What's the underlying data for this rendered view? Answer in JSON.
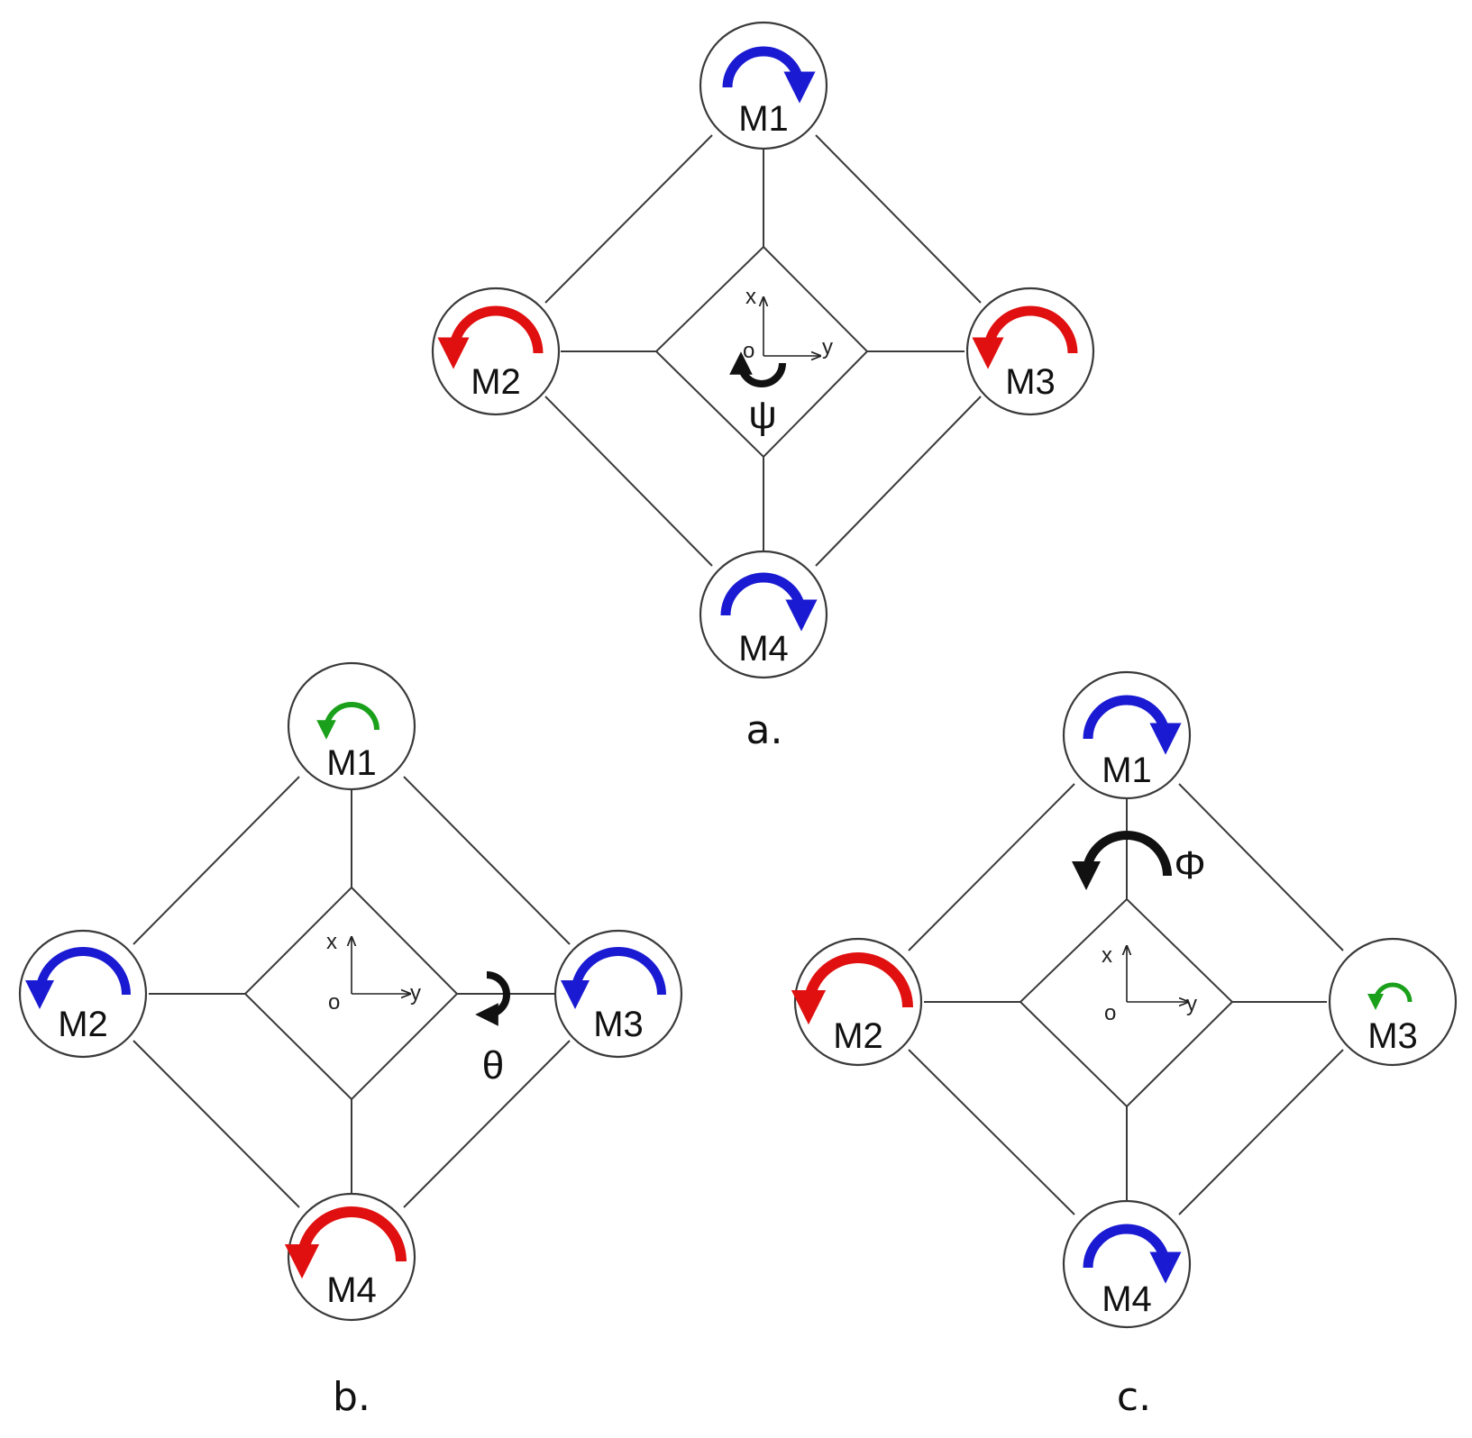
{
  "colors": {
    "blue": "#1a1ad2",
    "red": "#e01010",
    "green": "#1aa01a",
    "black": "#111111",
    "line": "#3a3a3a"
  },
  "panels": [
    {
      "id": "a",
      "label": "a.",
      "motors": [
        {
          "label": "M1",
          "arrow_color": "blue",
          "arrow_size": "large",
          "arrow_direction": "clockwise"
        },
        {
          "label": "M2",
          "arrow_color": "red",
          "arrow_size": "large",
          "arrow_direction": "counterclockwise"
        },
        {
          "label": "M3",
          "arrow_color": "red",
          "arrow_size": "large",
          "arrow_direction": "counterclockwise"
        },
        {
          "label": "M4",
          "arrow_color": "blue",
          "arrow_size": "large",
          "arrow_direction": "clockwise"
        }
      ],
      "axes": {
        "x": "x",
        "y": "y",
        "origin": "o"
      },
      "rotation": {
        "symbol": "ψ",
        "axis": "yaw"
      }
    },
    {
      "id": "b",
      "label": "b.",
      "motors": [
        {
          "label": "M1",
          "arrow_color": "green",
          "arrow_size": "small",
          "arrow_direction": "counterclockwise"
        },
        {
          "label": "M2",
          "arrow_color": "blue",
          "arrow_size": "large",
          "arrow_direction": "counterclockwise"
        },
        {
          "label": "M3",
          "arrow_color": "blue",
          "arrow_size": "large",
          "arrow_direction": "counterclockwise"
        },
        {
          "label": "M4",
          "arrow_color": "red",
          "arrow_size": "large",
          "arrow_direction": "counterclockwise"
        }
      ],
      "axes": {
        "x": "x",
        "y": "y",
        "origin": "o"
      },
      "rotation": {
        "symbol": "θ",
        "axis": "pitch"
      }
    },
    {
      "id": "c",
      "label": "c.",
      "motors": [
        {
          "label": "M1",
          "arrow_color": "blue",
          "arrow_size": "large",
          "arrow_direction": "clockwise"
        },
        {
          "label": "M2",
          "arrow_color": "red",
          "arrow_size": "large",
          "arrow_direction": "counterclockwise"
        },
        {
          "label": "M3",
          "arrow_color": "green",
          "arrow_size": "small",
          "arrow_direction": "counterclockwise"
        },
        {
          "label": "M4",
          "arrow_color": "blue",
          "arrow_size": "large",
          "arrow_direction": "clockwise"
        }
      ],
      "axes": {
        "x": "x",
        "y": "y",
        "origin": "o"
      },
      "rotation": {
        "symbol": "Φ",
        "axis": "roll"
      }
    }
  ]
}
